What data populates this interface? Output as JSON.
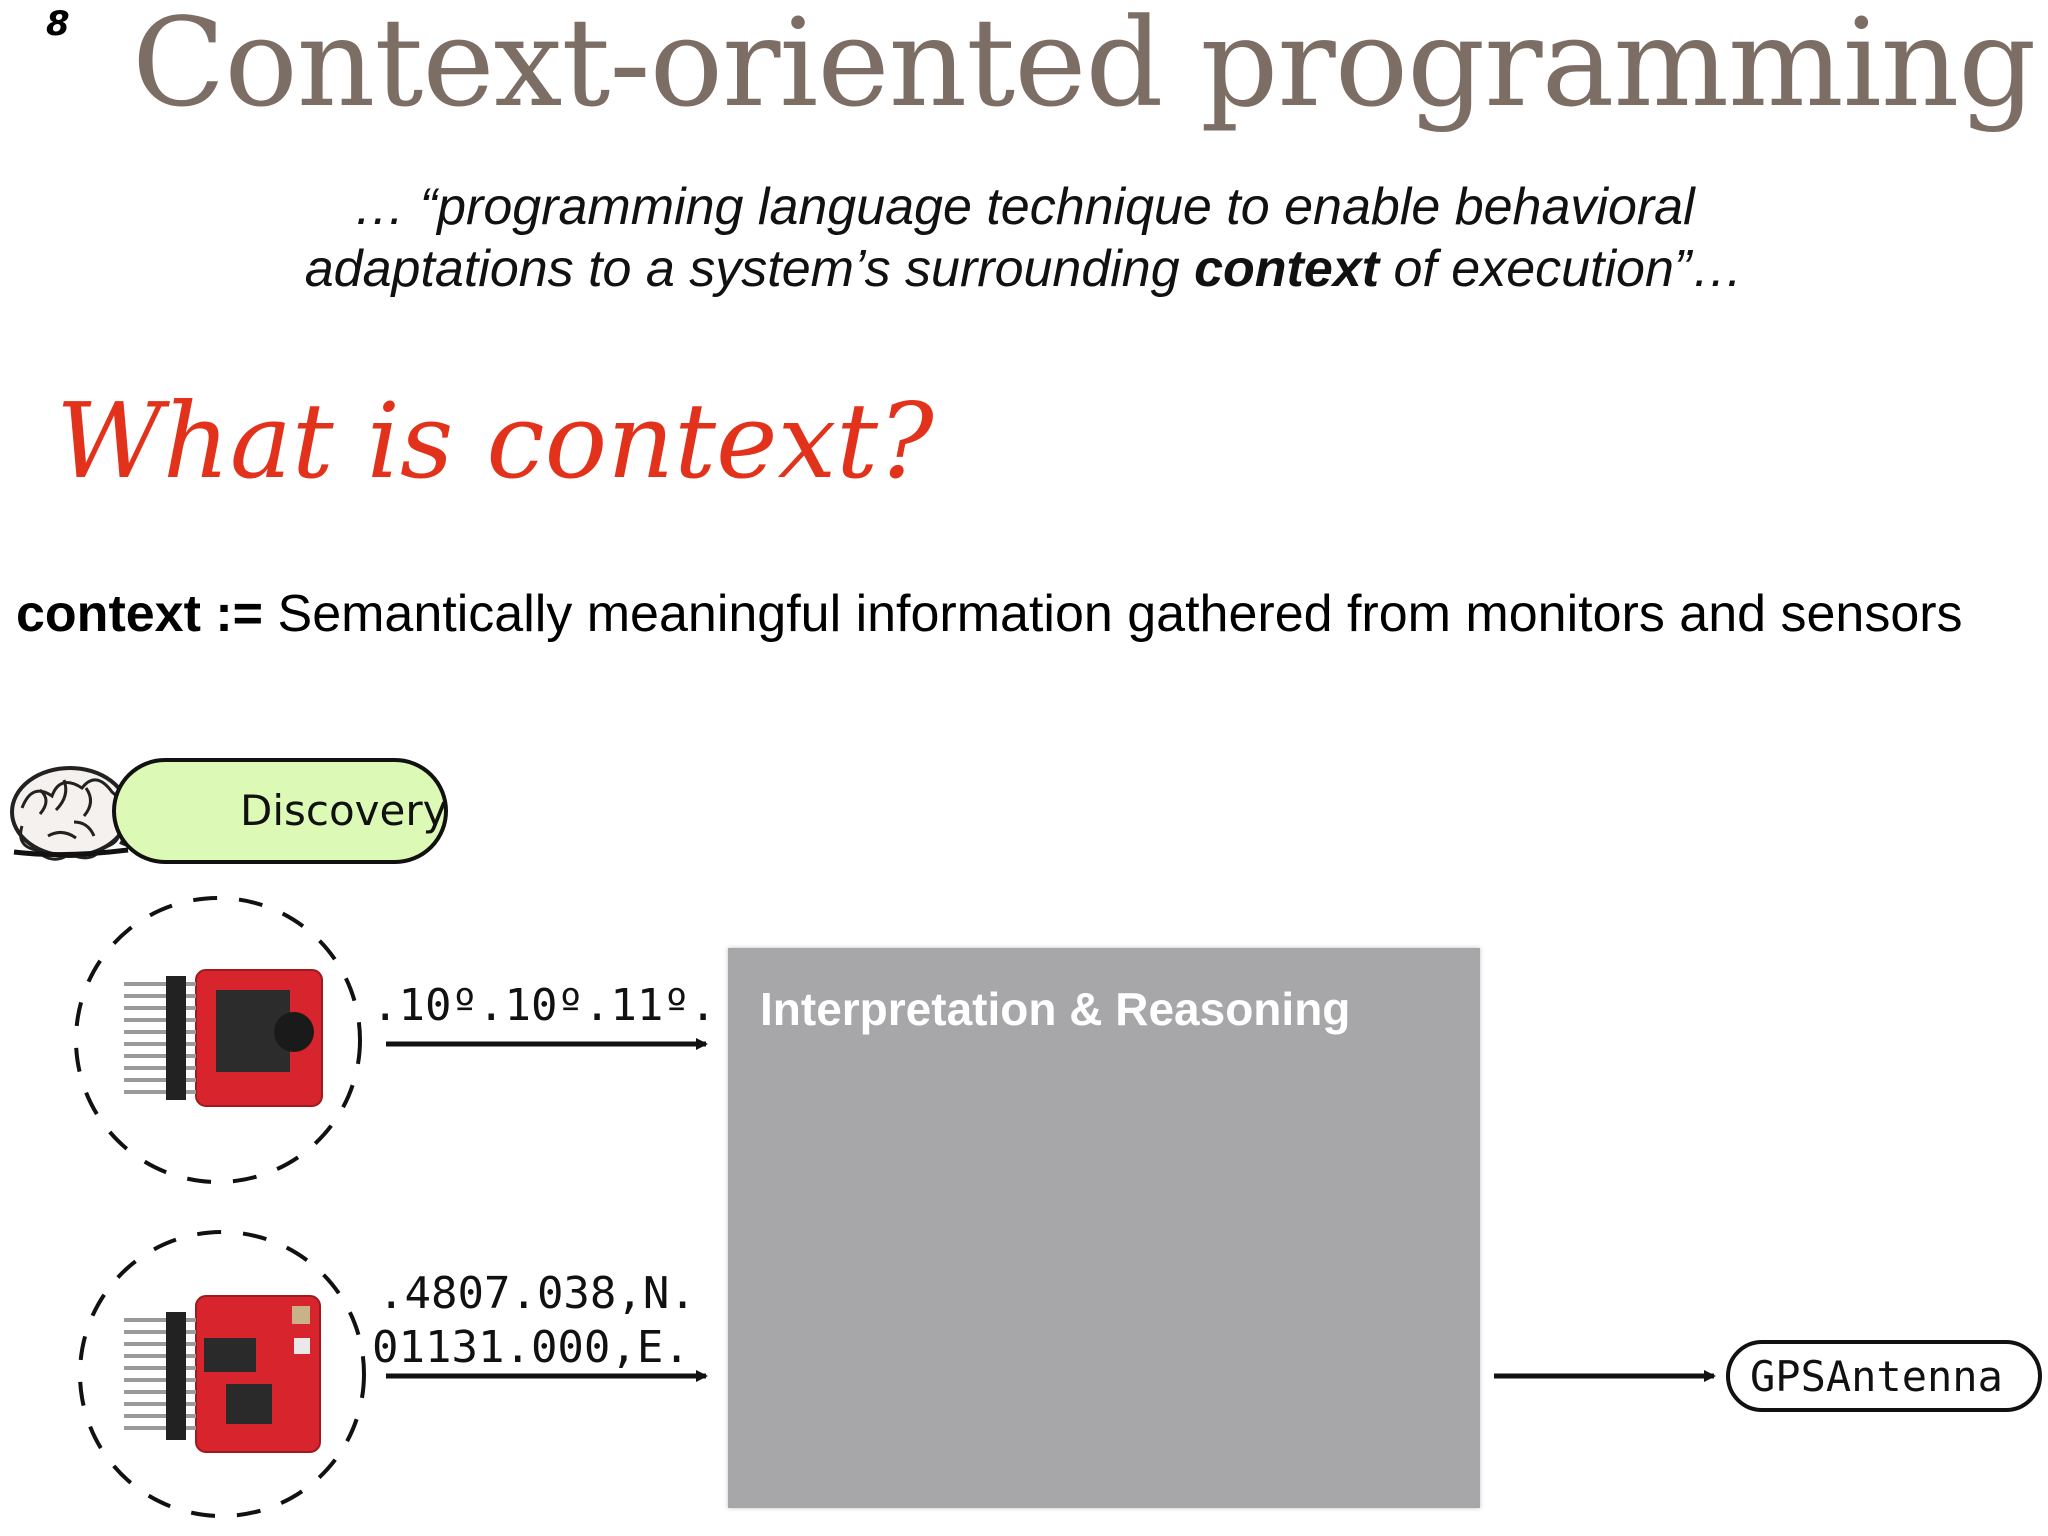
{
  "slide": {
    "number": "8",
    "title": "Context-oriented programming"
  },
  "quote": {
    "line1": "… “programming language technique to enable behavioral",
    "line2_pre": "adaptations to a system’s surrounding ",
    "line2_bold": "context",
    "line2_post": " of execution”…"
  },
  "question": "What is context?",
  "definition": {
    "term": "context :=",
    "text": " Semantically meaningful information gathered from monitors and sensors"
  },
  "diagram": {
    "discovery_label": "Discovery",
    "reasoning_label": "Interpretation & Reasoning",
    "sensor1_reading": ".10º.10º.11º.",
    "sensor2_reading_line1": ".4807.038,N.",
    "sensor2_reading_line2": "01131.000,E.",
    "output_label": "GPSAntenna",
    "colors": {
      "discovery_fill": "#ddf9b6",
      "reasoning_fill": "#a7a6a9",
      "sensor_board": "#d8242c",
      "title": "#7d6e65",
      "question": "#e2321c"
    },
    "icons": [
      "brain-icon",
      "plug-icon",
      "sensor-board-icon",
      "arrow-right-icon"
    ]
  }
}
